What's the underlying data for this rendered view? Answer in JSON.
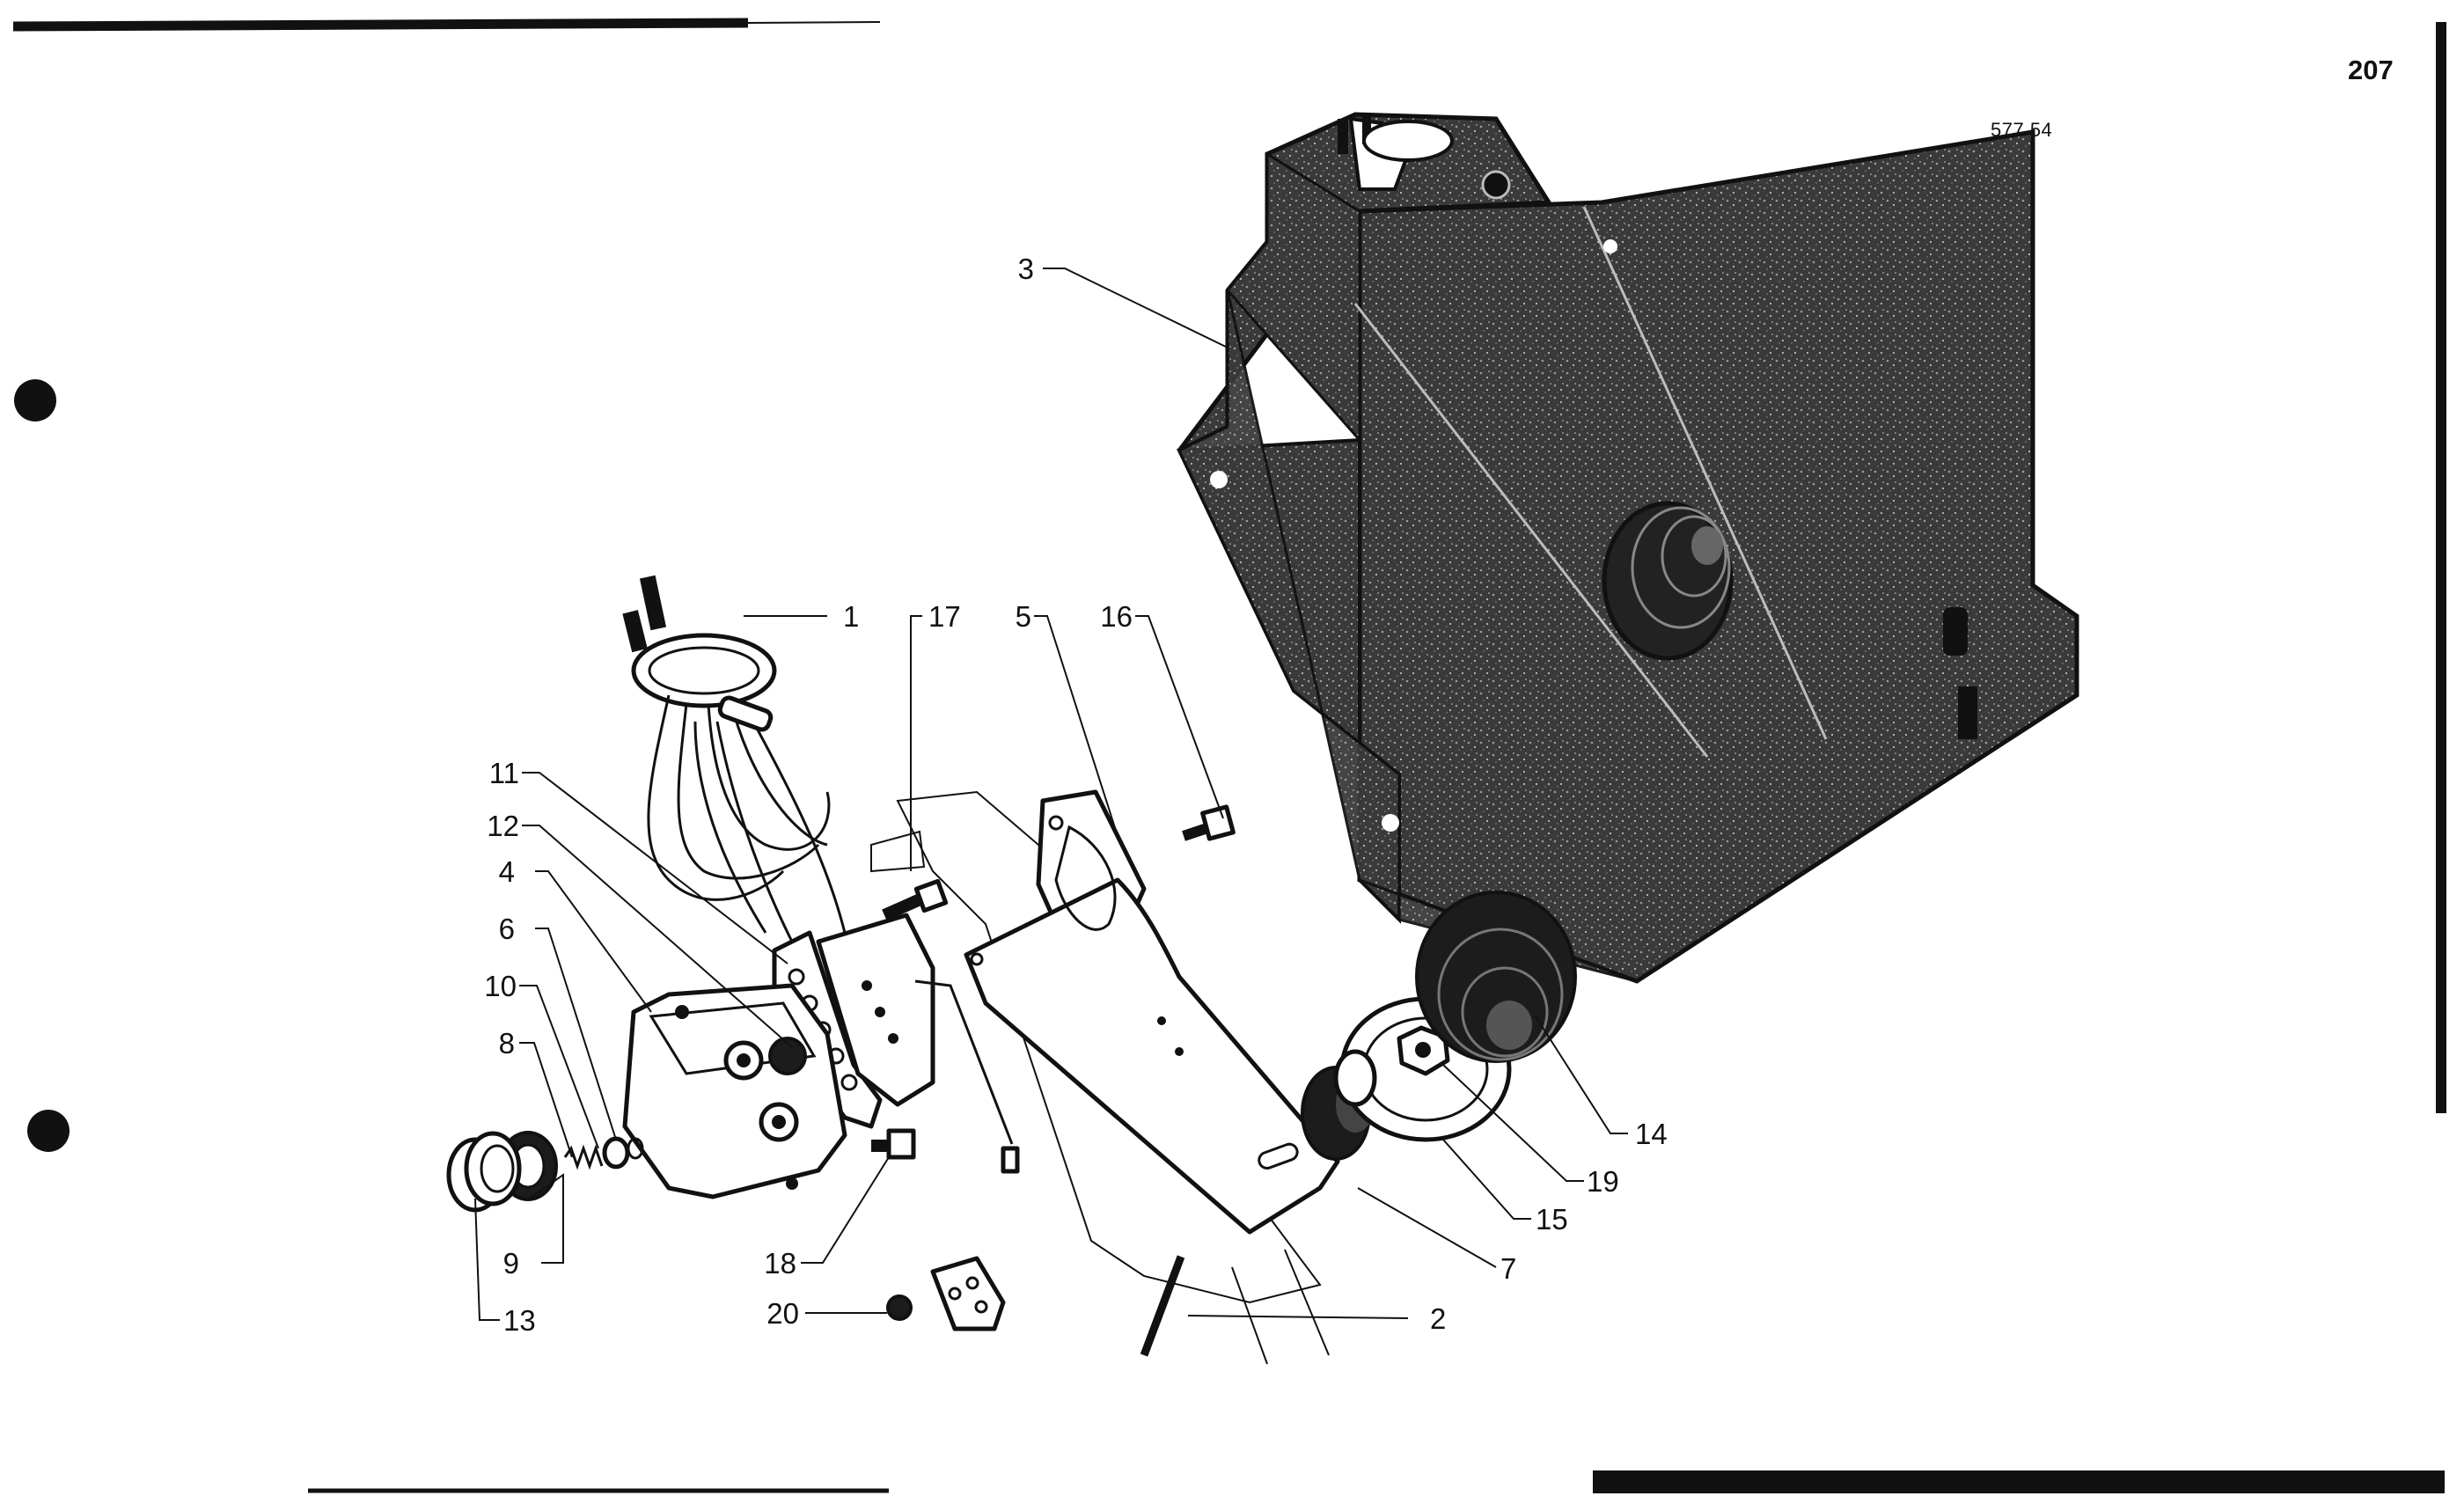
{
  "page": {
    "page_number": "207",
    "catalog_code": "577.54"
  },
  "callouts": [
    {
      "id": "1",
      "text": "1"
    },
    {
      "id": "2",
      "text": "2"
    },
    {
      "id": "3",
      "text": "3"
    },
    {
      "id": "4",
      "text": "4"
    },
    {
      "id": "5",
      "text": "5"
    },
    {
      "id": "6",
      "text": "6"
    },
    {
      "id": "7",
      "text": "7"
    },
    {
      "id": "8",
      "text": "8"
    },
    {
      "id": "9",
      "text": "9"
    },
    {
      "id": "10",
      "text": "10"
    },
    {
      "id": "11",
      "text": "11"
    },
    {
      "id": "12",
      "text": "12"
    },
    {
      "id": "13",
      "text": "13"
    },
    {
      "id": "14",
      "text": "14"
    },
    {
      "id": "15",
      "text": "15"
    },
    {
      "id": "16",
      "text": "16"
    },
    {
      "id": "17",
      "text": "17"
    },
    {
      "id": "18",
      "text": "18"
    },
    {
      "id": "19",
      "text": "19"
    },
    {
      "id": "20",
      "text": "20"
    }
  ],
  "colors": {
    "ink": "#111111",
    "paper": "#ffffff",
    "housing": "#3a3a3a"
  }
}
